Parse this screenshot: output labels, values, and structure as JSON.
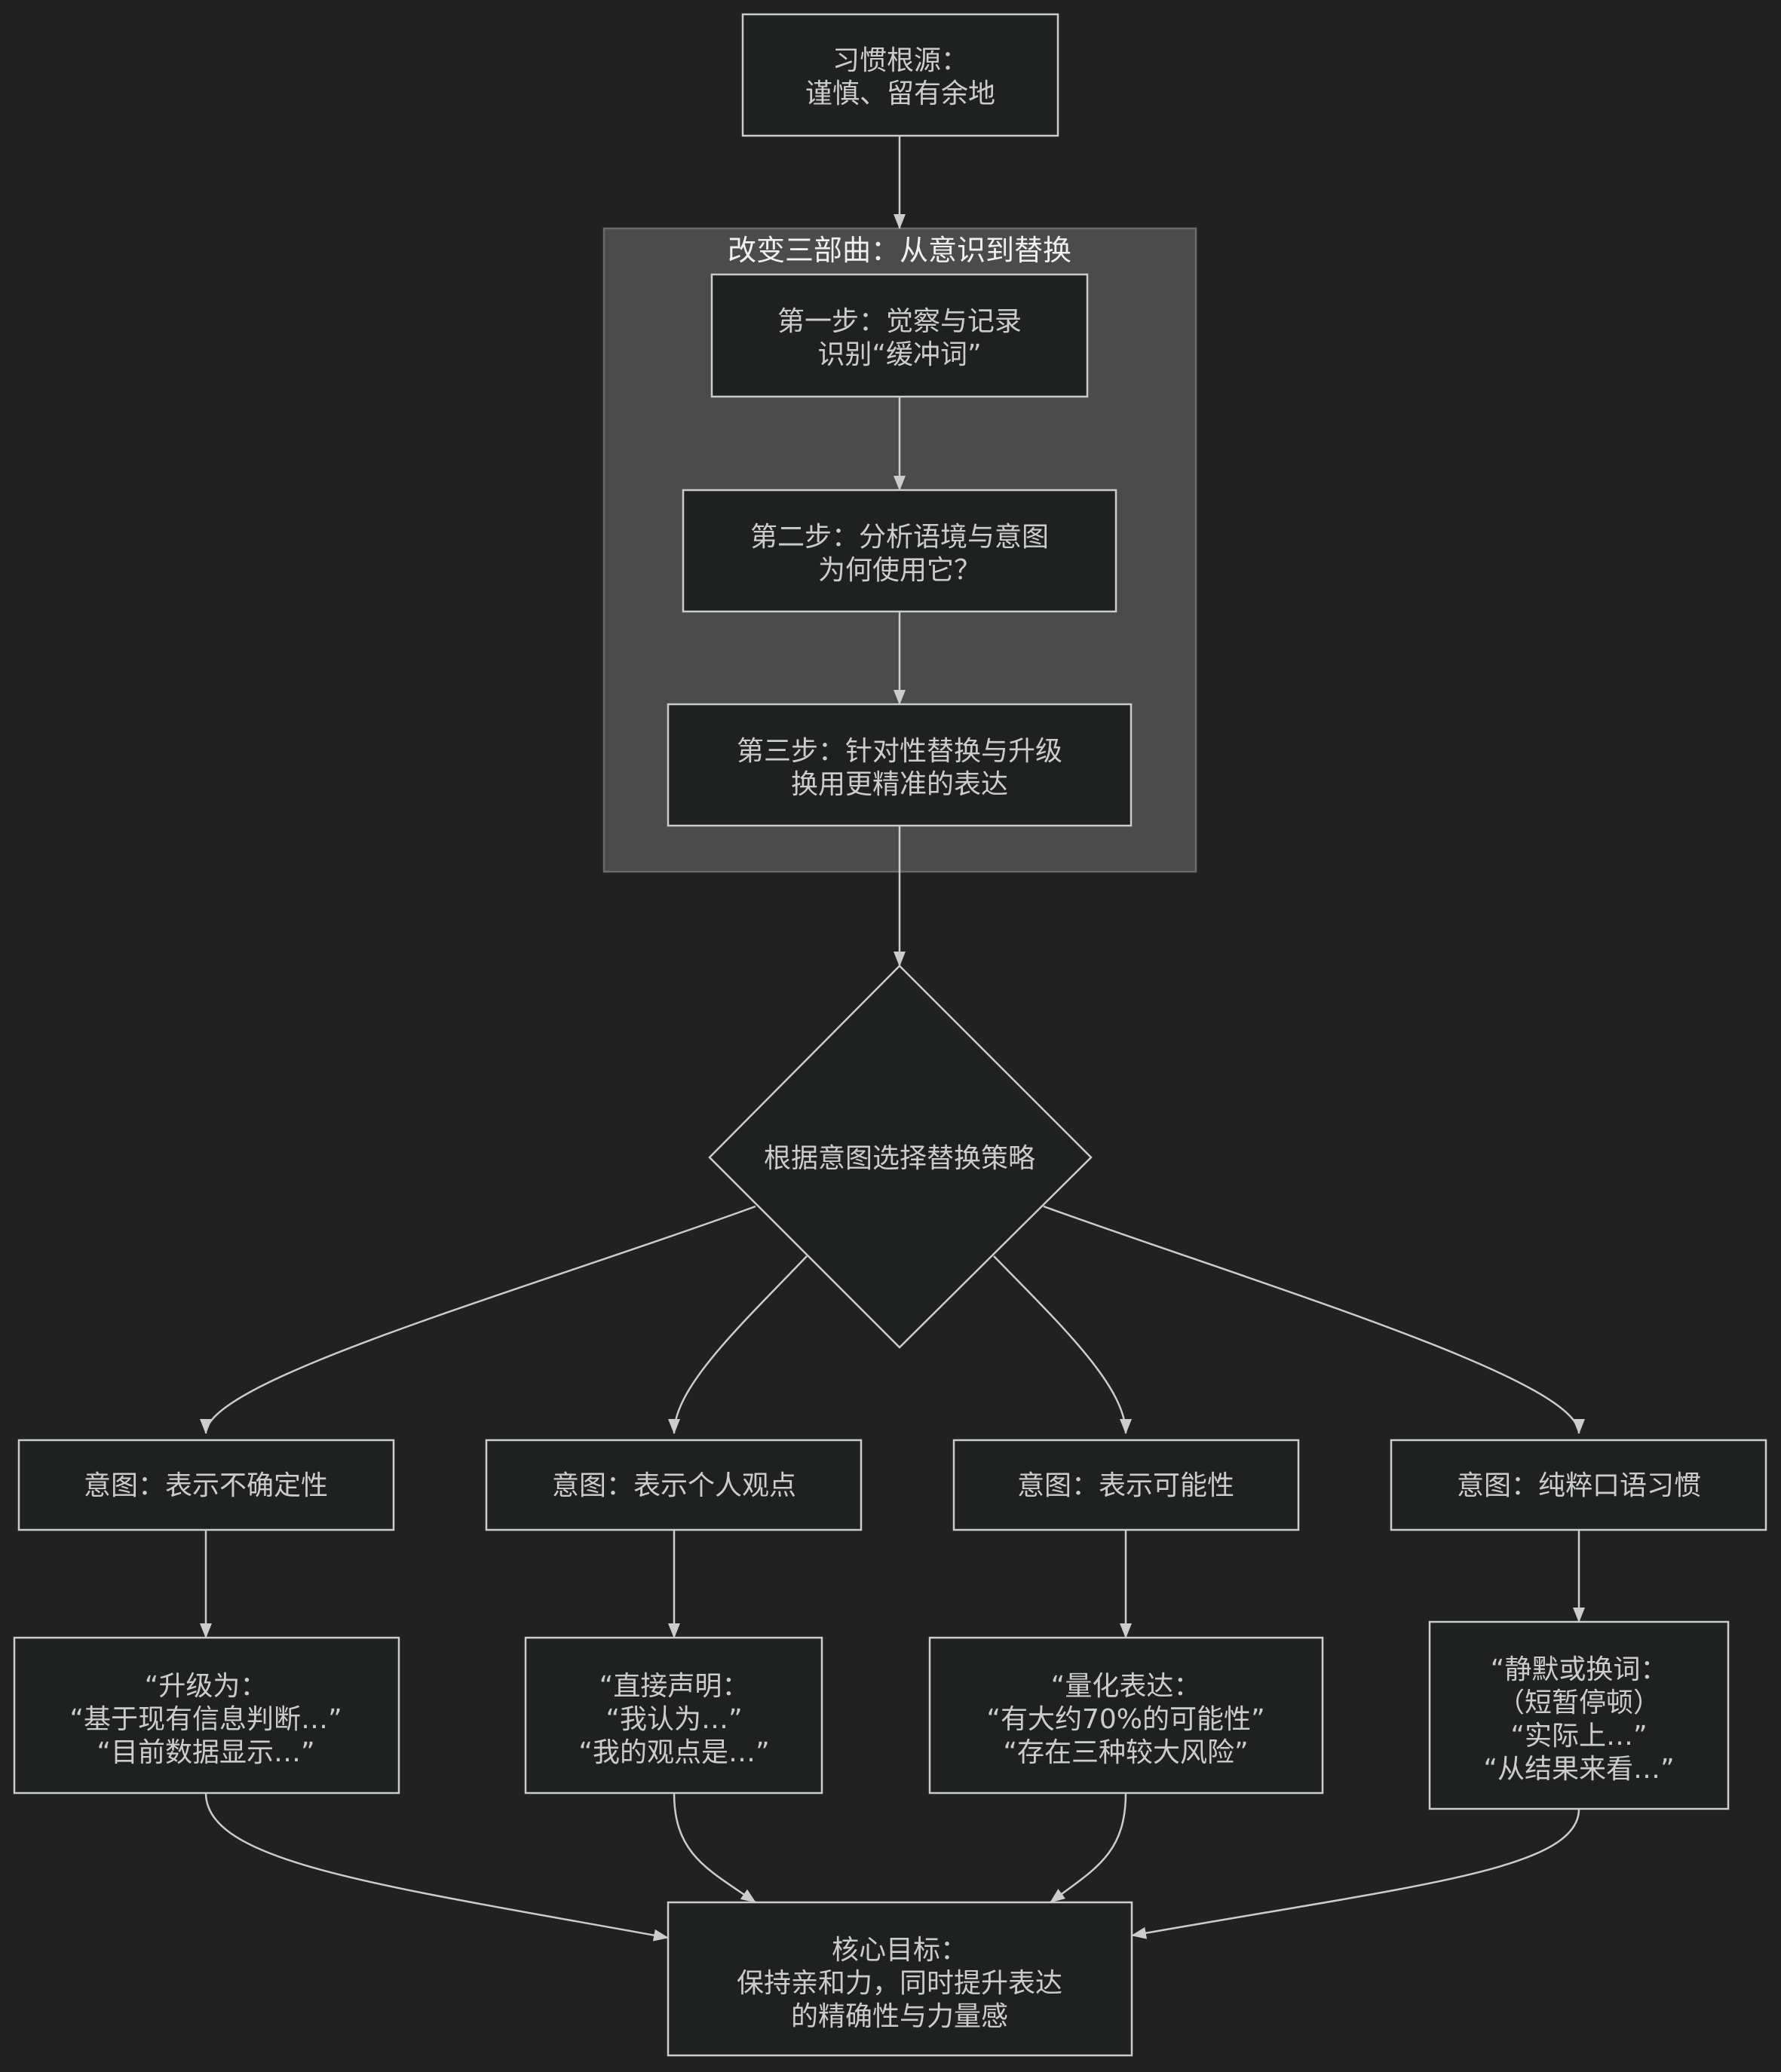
{
  "colors": {
    "background": "#212121",
    "node_fill": "#1f2020",
    "node_stroke": "#cccccc",
    "cluster_fill": "#4a4b4a",
    "text": "#cccccc"
  },
  "root": {
    "lines": [
      "习惯根源：",
      "谨慎、留有余地"
    ]
  },
  "cluster": {
    "title": "改变三部曲：从意识到替换",
    "steps": [
      {
        "lines": [
          "第一步：觉察与记录",
          "识别“缓冲词”"
        ]
      },
      {
        "lines": [
          "第二步：分析语境与意图",
          "为何使用它？"
        ]
      },
      {
        "lines": [
          "第三步：针对性替换与升级",
          "换用更精准的表达"
        ]
      }
    ]
  },
  "decision": {
    "label": "根据意图选择替换策略"
  },
  "intents": [
    {
      "label": "意图：表示不确定性"
    },
    {
      "label": "意图：表示个人观点"
    },
    {
      "label": "意图：表示可能性"
    },
    {
      "label": "意图：纯粹口语习惯"
    }
  ],
  "strategies": [
    {
      "lines": [
        "“升级为：",
        "“基于现有信息判断…”",
        "“目前数据显示…”"
      ]
    },
    {
      "lines": [
        "“直接声明：",
        "“我认为…”",
        "“我的观点是…”"
      ]
    },
    {
      "lines": [
        "“量化表达：",
        "“有大约70%的可能性”",
        "“存在三种较大风险”"
      ]
    },
    {
      "lines": [
        "“静默或换词：",
        "（短暂停顿）",
        "“实际上…”",
        "“从结果来看…”"
      ]
    }
  ],
  "goal": {
    "lines": [
      "核心目标：",
      "保持亲和力，同时提升表达",
      "的精确性与力量感"
    ]
  }
}
